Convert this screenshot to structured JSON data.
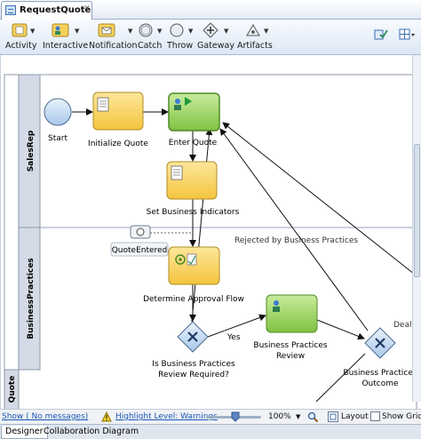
{
  "tab": {
    "title": "RequestQuote",
    "close_glyph": "✕"
  },
  "palette": {
    "items": [
      {
        "label": "Activity",
        "icon": "activity-icon",
        "has_dropdown": true
      },
      {
        "label": "Interactive",
        "icon": "interactive-icon",
        "has_dropdown": true
      },
      {
        "label": "Notification",
        "icon": "notification-icon",
        "has_dropdown": true
      },
      {
        "label": "Catch",
        "icon": "catch-icon",
        "has_dropdown": true
      },
      {
        "label": "Throw",
        "icon": "throw-icon",
        "has_dropdown": true
      },
      {
        "label": "Gateway",
        "icon": "gateway-icon",
        "has_dropdown": true
      },
      {
        "label": "Artifacts",
        "icon": "artifacts-icon",
        "has_dropdown": true
      }
    ]
  },
  "lanes": {
    "lane1": "SalesRep",
    "lane2": "BusinessPractices",
    "lane3": "Quote"
  },
  "nodes": {
    "start": "Start",
    "initialize_quote": "Initialize Quote",
    "enter_quote": "Enter Quote",
    "set_business_indicators": "Set Business Indicators",
    "quote_entered": "QuoteEntered",
    "determine_approval_flow": "Determine Approval Flow",
    "business_practices_review": [
      "Business Practices",
      "Review"
    ],
    "review_required_gateway": [
      "Is Business Practices",
      "Review Required?"
    ],
    "outcome_gateway": [
      "Business Practices",
      "Outcome"
    ]
  },
  "edge_labels": {
    "yes": "Yes",
    "rejected": "Rejected by Business Practices",
    "deal": "Deal"
  },
  "status": {
    "show_link": "Show ( No messages)",
    "highlight_link": "Highlight Level: Warnings",
    "zoom": "100%",
    "layout": "Layout",
    "show_grid": "Show Grid"
  },
  "bottom_tabs": [
    "Designer",
    "Collaboration Diagram"
  ],
  "colors": {
    "task_yellow": "#f7d15b",
    "task_green": "#8fcf4f",
    "gateway_blue": "#b8d4f0",
    "lane_header": "#d4dbe6"
  }
}
